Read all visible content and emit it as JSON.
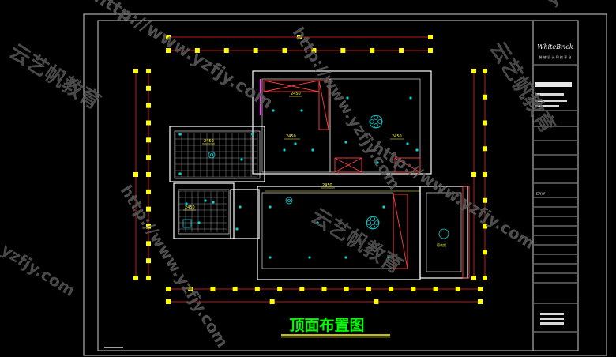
{
  "drawing": {
    "title": "顶面布置图",
    "brand_name": "WhiteBrick",
    "brand_sub": "装 修 设 计 网 络 平 台",
    "sheet_code": "DY/Y",
    "balcony_label": "晾衣架",
    "rooms": [
      {
        "label": "2450"
      },
      {
        "label": "2450"
      },
      {
        "label": "2450"
      },
      {
        "label": "2450"
      },
      {
        "label": "2450"
      },
      {
        "label": "2450"
      }
    ]
  },
  "watermarks": {
    "url": "http://www.yzfjy.com",
    "cn": "云艺帆教育",
    "short": "yzfjy.com"
  },
  "colors": {
    "background": "#000000",
    "frame": "#b0b0b0",
    "wall": "#ffffff",
    "dimension": "#ffff00",
    "dim_line": "#ff0000",
    "lights": "#00d0d0",
    "tile": "#c8c8c8",
    "title": "#00ff00",
    "watermark": "#5a5a5a",
    "magenta": "#ff40ff"
  }
}
